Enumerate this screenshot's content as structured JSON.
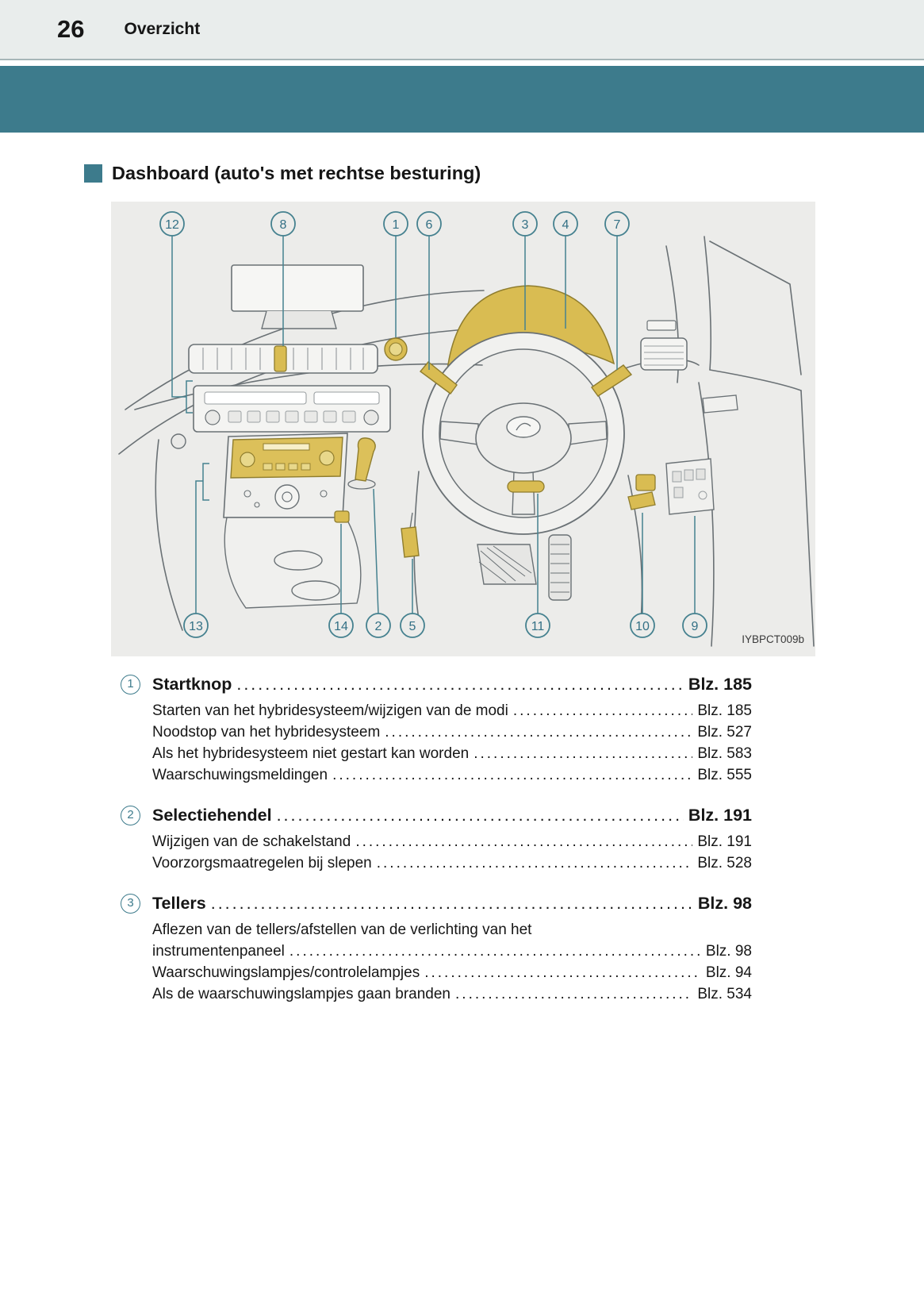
{
  "header": {
    "page_number": "26",
    "section_title": "Overzicht"
  },
  "section": {
    "title": "Dashboard (auto's met rechtse besturing)"
  },
  "figure": {
    "caption": "IYBPCT009b",
    "callouts_top": [
      "12",
      "8",
      "1",
      "6",
      "3",
      "4",
      "7"
    ],
    "callouts_bottom": [
      "13",
      "14",
      "2",
      "5",
      "11",
      "10",
      "9"
    ]
  },
  "index": {
    "items": [
      {
        "number": "1",
        "title": "Startknop",
        "page": "Blz. 185",
        "subitems": [
          {
            "text": "Starten van het hybridesysteem/wijzigen van de modi",
            "page": "Blz. 185"
          },
          {
            "text": "Noodstop van het hybridesysteem",
            "page": "Blz. 527"
          },
          {
            "text": "Als het hybridesysteem niet gestart kan worden",
            "page": "Blz. 583"
          },
          {
            "text": "Waarschuwingsmeldingen",
            "page": "Blz. 555"
          }
        ]
      },
      {
        "number": "2",
        "title": "Selectiehendel",
        "page": "Blz. 191",
        "subitems": [
          {
            "text": "Wijzigen van de schakelstand",
            "page": "Blz. 191"
          },
          {
            "text": "Voorzorgsmaatregelen bij slepen",
            "page": "Blz. 528"
          }
        ]
      },
      {
        "number": "3",
        "title": "Tellers",
        "page": "Blz. 98",
        "subitems": [
          {
            "text_line1": "Aflezen van de tellers/afstellen van de verlichting van het",
            "text": "instrumentenpaneel",
            "page": "Blz. 98"
          },
          {
            "text": "Waarschuwingslampjes/controlelampjes",
            "page": "Blz. 94"
          },
          {
            "text": "Als de waarschuwingslampjes gaan branden",
            "page": "Blz. 534"
          }
        ]
      }
    ]
  },
  "colors": {
    "teal": "#3d7b8c",
    "highlight": "#d9bc52",
    "header_bg": "#e9edec",
    "figure_bg": "#ececea"
  }
}
